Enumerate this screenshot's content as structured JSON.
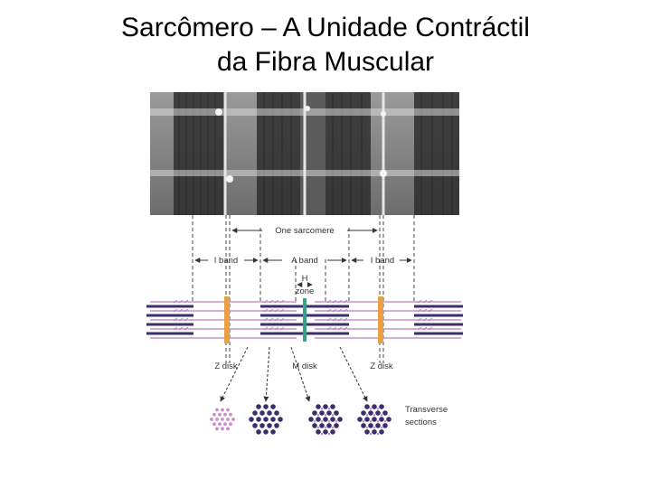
{
  "slide": {
    "title_line1": "Sarcômero – A Unidade Contráctil",
    "title_line2": "da Fibra Muscular"
  },
  "figure": {
    "labels": {
      "one_sarcomere": "One sarcomere",
      "i_band_left": "I band",
      "a_band": "A band",
      "i_band_right": "I band",
      "h_zone_line1": "H",
      "h_zone_line2": "zone",
      "z_disk_left": "Z disk",
      "m_disk": "M disk",
      "z_disk_right": "Z disk",
      "transverse_line1": "Transverse",
      "transverse_line2": "sections"
    },
    "colors": {
      "thick_filament": "#3a2f6b",
      "thin_filament": "#c98fc8",
      "z_disk": "#e8a040",
      "m_disk": "#3aa08a",
      "micrograph_bg": "#8a8a8a"
    }
  }
}
